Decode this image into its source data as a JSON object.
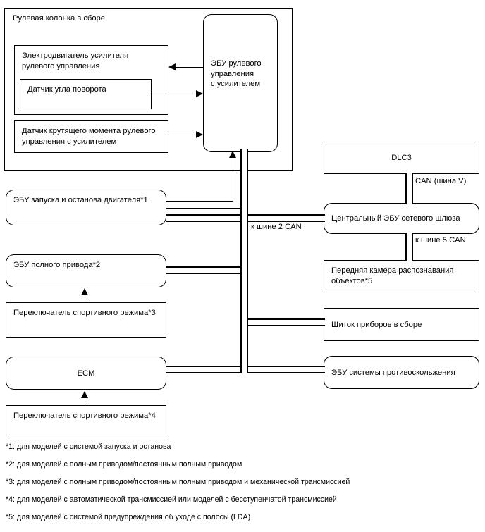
{
  "diagram": {
    "title_group": "Рулевая колонка в сборе",
    "boxes": {
      "eps_motor": "Электродвигатель усилителя\nрулевого управления",
      "steering_angle_sensor": "Датчик угла поворота",
      "torque_sensor": "Датчик крутящего момента рулевого\nуправления с усилителем",
      "eps_ecu": "ЭБУ рулевого\nуправления\nс усилителем",
      "start_stop_ecu": "ЭБУ запуска и останова двигателя*1",
      "awd_ecu": "ЭБУ полного привода*2",
      "sport_switch_3": "Переключатель спортивного режима*3",
      "ecm": "ECM",
      "sport_switch_4": "Переключатель спортивного режима*4",
      "dlc3": "DLC3",
      "central_gateway_ecu": "Центральный ЭБУ сетевого шлюза",
      "front_camera": "Передняя камера распознавания\nобъектов*5",
      "combination_meter": "Щиток приборов в сборе",
      "skid_control_ecu": "ЭБУ системы противоскольжения"
    },
    "bus_labels": {
      "can_v": "CAN (шина V)",
      "can_2": "к шине 2 CAN",
      "can_5": "к шине 5 CAN"
    },
    "notes": [
      "*1: для моделей с системой запуска и останова",
      "*2: для моделей с полным приводом/постоянным полным приводом",
      "*3: для моделей с полным приводом/постоянным полным приводом и механической трансмиссией",
      "*4: для моделей с автоматической трансмиссией или моделей с бесступенчатой трансмиссией",
      "*5: для моделей с системой предупреждения об уходе с полосы (LDA)"
    ]
  }
}
